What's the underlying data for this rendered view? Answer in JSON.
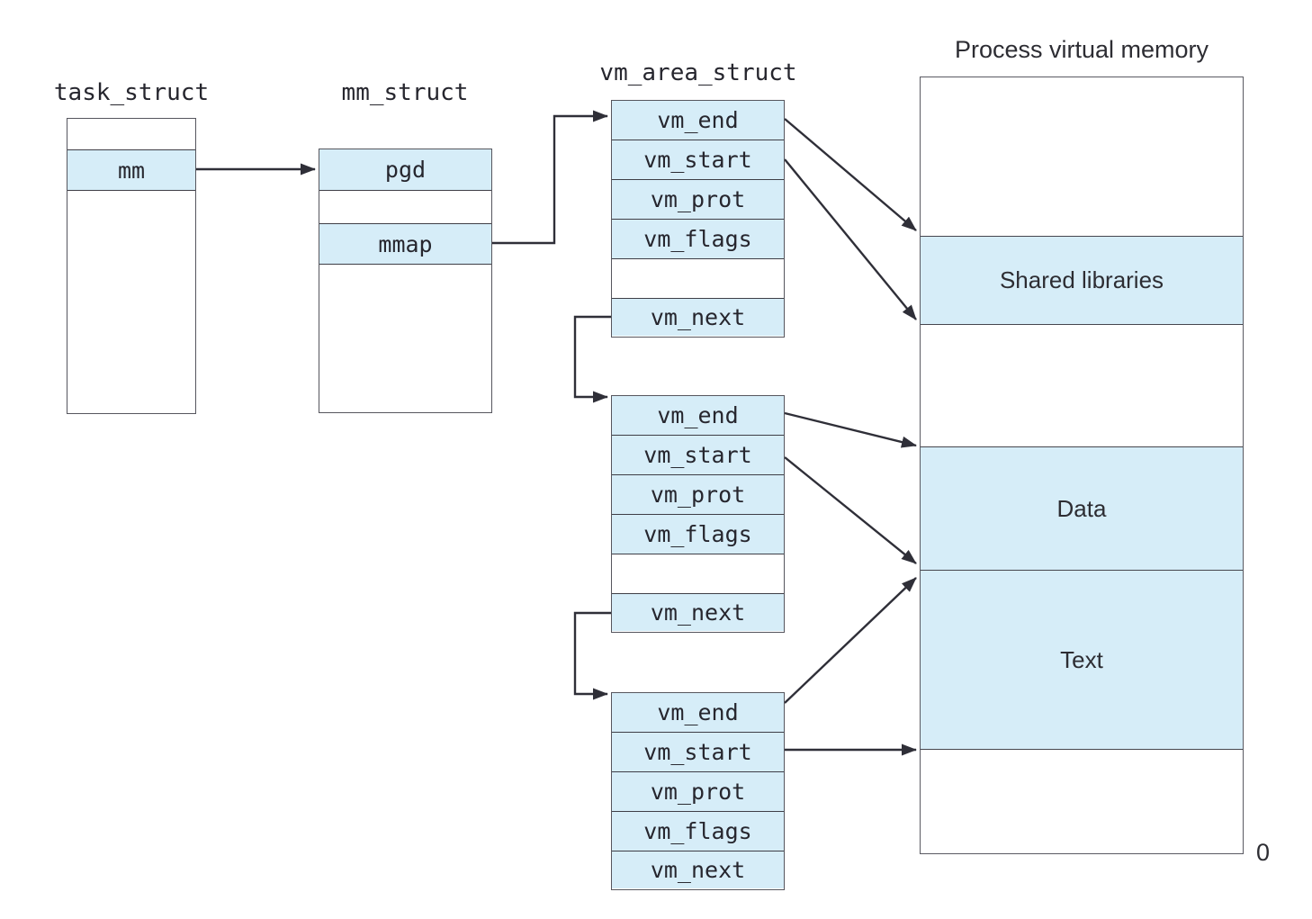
{
  "titles": {
    "task_struct": "task_struct",
    "mm_struct": "mm_struct",
    "vm_area_struct": "vm_area_struct",
    "process_memory": "Process virtual memory"
  },
  "task_struct": {
    "mm_label": "mm"
  },
  "mm_struct": {
    "pgd_label": "pgd",
    "mmap_label": "mmap"
  },
  "vm_area_structs": [
    {
      "rows": [
        "vm_end",
        "vm_start",
        "vm_prot",
        "vm_flags",
        "",
        "vm_next"
      ]
    },
    {
      "rows": [
        "vm_end",
        "vm_start",
        "vm_prot",
        "vm_flags",
        "",
        "vm_next"
      ]
    },
    {
      "rows": [
        "vm_end",
        "vm_start",
        "vm_prot",
        "vm_flags",
        "vm_next"
      ]
    }
  ],
  "memory": {
    "segments": [
      {
        "label": ""
      },
      {
        "label": "Shared libraries"
      },
      {
        "label": ""
      },
      {
        "label": "Data"
      },
      {
        "label": "Text"
      },
      {
        "label": ""
      }
    ],
    "origin_label": "0"
  },
  "arrows": [
    {
      "from": "task_struct.mm",
      "to": "mm_struct.pgd"
    },
    {
      "from": "mm_struct.mmap",
      "to": "vm_area_struct_1.vm_end"
    },
    {
      "from": "vm_area_struct_1.vm_next",
      "to": "vm_area_struct_2.vm_end"
    },
    {
      "from": "vm_area_struct_2.vm_next",
      "to": "vm_area_struct_3.vm_end"
    },
    {
      "from": "vm_area_struct_1.vm_end",
      "to": "memory.shared_libraries_top"
    },
    {
      "from": "vm_area_struct_1.vm_start",
      "to": "memory.shared_libraries_bottom"
    },
    {
      "from": "vm_area_struct_2.vm_end",
      "to": "memory.data_top"
    },
    {
      "from": "vm_area_struct_2.vm_start",
      "to": "memory.data_bottom"
    },
    {
      "from": "vm_area_struct_3.vm_end",
      "to": "memory.text_top"
    },
    {
      "from": "vm_area_struct_3.vm_start",
      "to": "memory.text_bottom"
    }
  ],
  "colors": {
    "highlight": "#d6edf8",
    "line": "#2f2f38",
    "box_border": "#56565e"
  }
}
